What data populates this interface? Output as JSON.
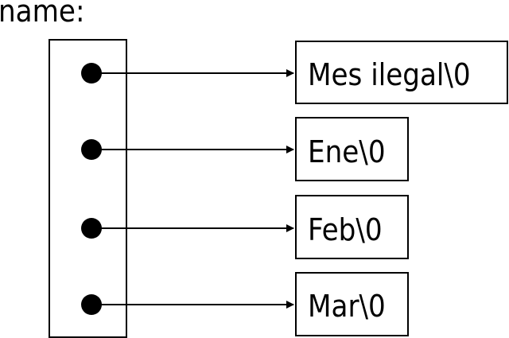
{
  "variable_label": "name:",
  "array_entries": [
    {
      "string": "Mes ilegal\\0"
    },
    {
      "string": "Ene\\0"
    },
    {
      "string": "Feb\\0"
    },
    {
      "string": "Mar\\0"
    }
  ],
  "colors": {
    "stroke": "#000000",
    "background": "#ffffff"
  }
}
